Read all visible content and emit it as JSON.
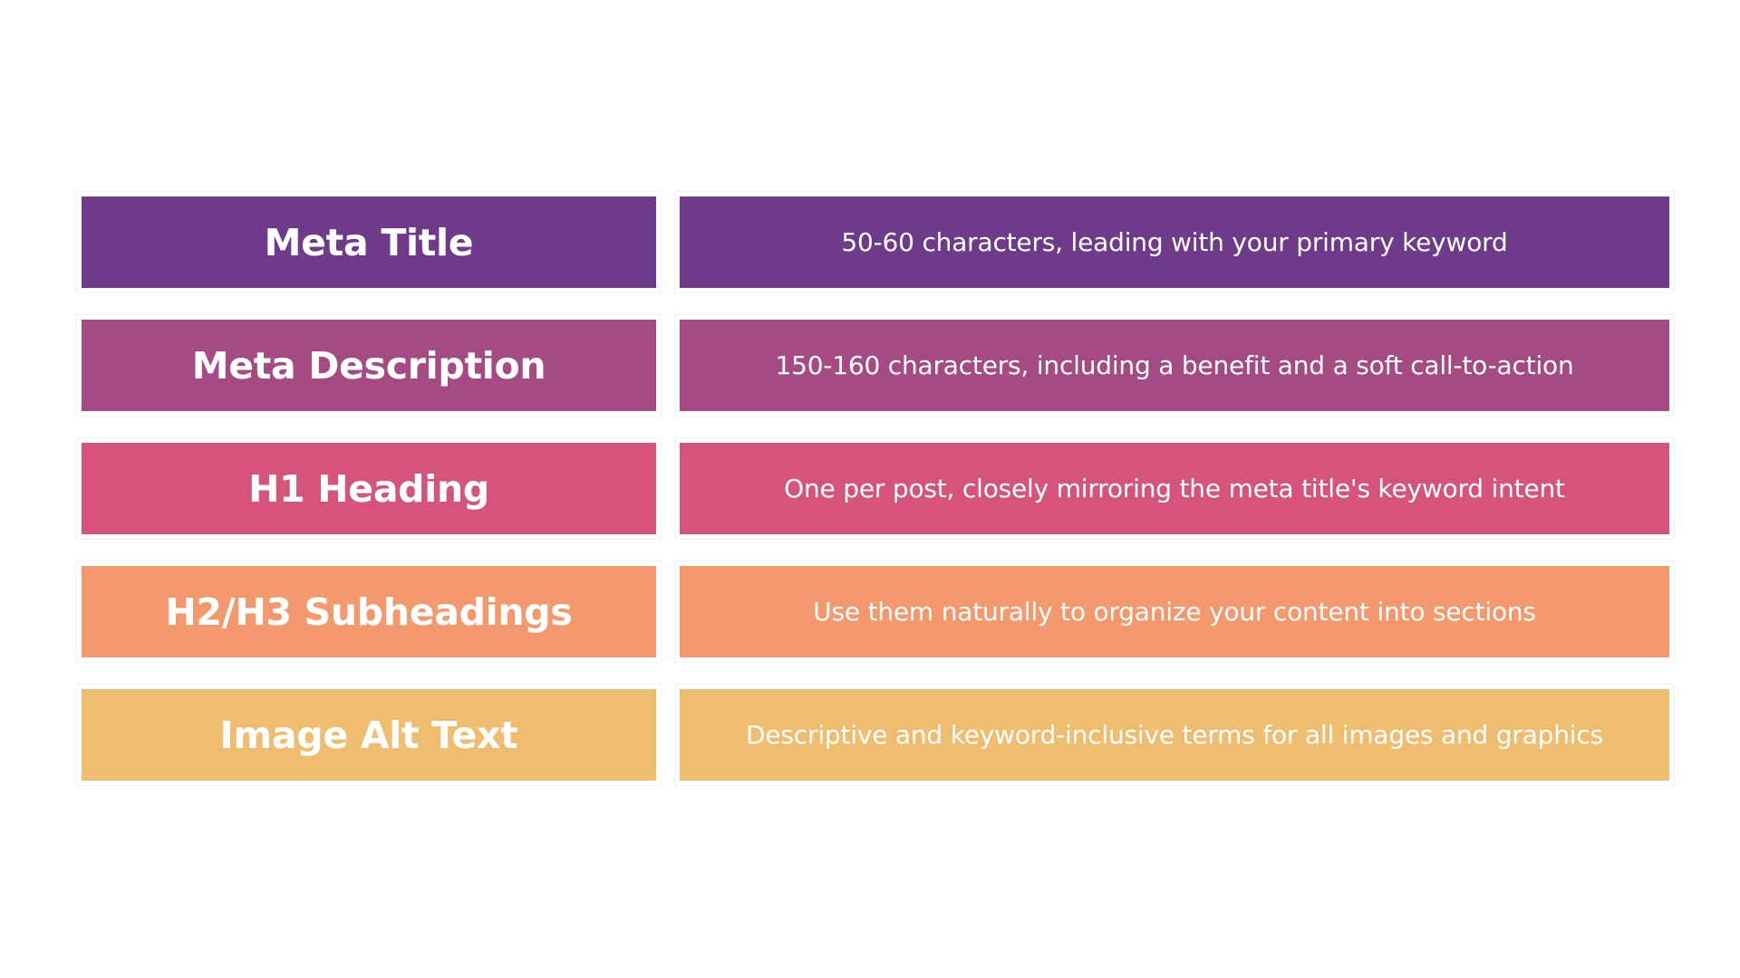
{
  "rows": [
    {
      "label": "Meta Title",
      "description": "50-60 characters, leading with your primary keyword",
      "color": "#6f3a8a"
    },
    {
      "label": "Meta Description",
      "description": "150-160 characters, including a benefit and a soft call-to-action",
      "color": "#a54a82"
    },
    {
      "label": "H1 Heading",
      "description": "One per post, closely mirroring the meta title's keyword intent",
      "color": "#d6547c"
    },
    {
      "label": "H2/H3 Subheadings",
      "description": "Use them naturally to organize your content into sections",
      "color": "#f4996d"
    },
    {
      "label": "Image Alt Text",
      "description": "Descriptive and keyword-inclusive terms for all images and graphics",
      "color": "#efbd70"
    }
  ]
}
